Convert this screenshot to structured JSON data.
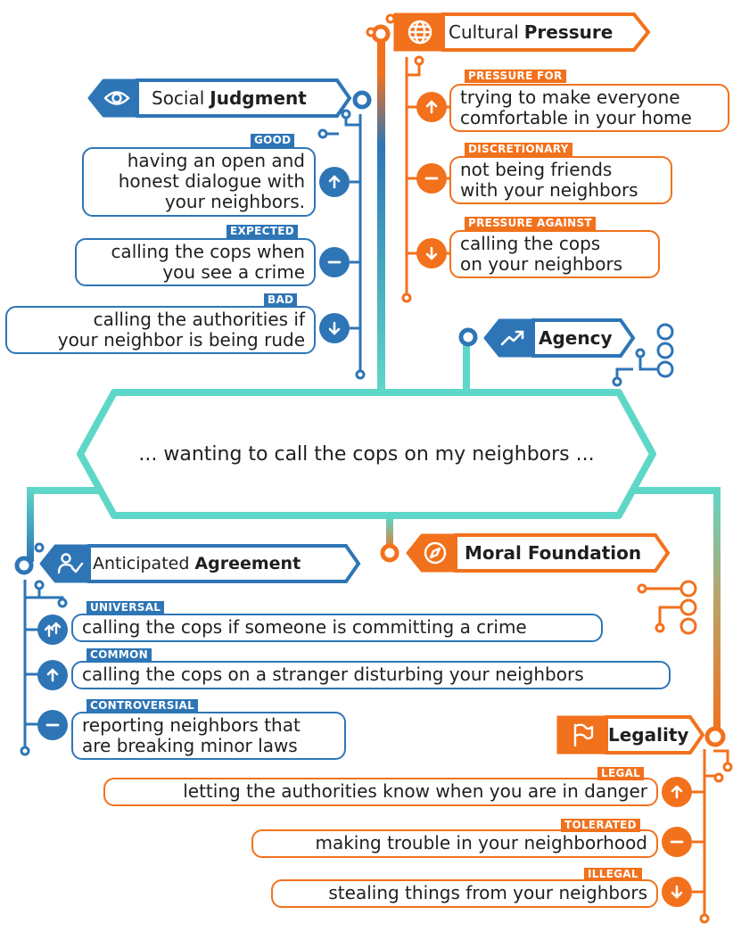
{
  "center": "... wanting to call the cops on my neighbors ...",
  "sections": {
    "cultural_pressure": {
      "title_normal": "Cultural",
      "title_bold": "Pressure",
      "icon": "globe-icon",
      "items": [
        {
          "tag": "PRESSURE FOR",
          "lines": [
            "trying to make everyone",
            "comfortable in your home"
          ],
          "symbol": "arrow-up-icon"
        },
        {
          "tag": "DISCRETIONARY",
          "lines": [
            "not being friends",
            "with your neighbors"
          ],
          "symbol": "minus-icon"
        },
        {
          "tag": "PRESSURE AGAINST",
          "lines": [
            "calling the cops",
            "on your neighbors"
          ],
          "symbol": "arrow-down-icon"
        }
      ]
    },
    "social_judgment": {
      "title_normal": "Social",
      "title_bold": "Judgment",
      "icon": "eye-icon",
      "items": [
        {
          "tag": "GOOD",
          "lines": [
            "having an open and",
            "honest dialogue with",
            "your neighbors."
          ],
          "symbol": "arrow-up-icon"
        },
        {
          "tag": "EXPECTED",
          "lines": [
            "calling the cops when",
            "you see a crime"
          ],
          "symbol": "minus-icon"
        },
        {
          "tag": "BAD",
          "lines": [
            "calling the authorities if",
            "your neighbor is being rude"
          ],
          "symbol": "arrow-down-icon"
        }
      ]
    },
    "agency": {
      "title_normal": "Agency",
      "icon": "trend-up-icon"
    },
    "anticipated_agreement": {
      "title_normal": "Anticipated",
      "title_bold": "Agreement",
      "icon": "users-check-icon",
      "items": [
        {
          "tag": "UNIVERSAL",
          "lines": [
            "calling the cops if someone is committing a crime"
          ],
          "symbol": "double-arrow-up-icon"
        },
        {
          "tag": "COMMON",
          "lines": [
            "calling the cops on a stranger disturbing your neighbors"
          ],
          "symbol": "arrow-up-icon"
        },
        {
          "tag": "CONTROVERSIAL",
          "lines": [
            "reporting neighbors that",
            "are breaking minor laws"
          ],
          "symbol": "minus-icon"
        }
      ]
    },
    "moral_foundation": {
      "title_normal": "Moral Foundation",
      "icon": "compass-icon"
    },
    "legality": {
      "title_bold": "Legality",
      "icon": "flag-icon",
      "items": [
        {
          "tag": "LEGAL",
          "lines": [
            "letting the authorities know when you are in danger"
          ],
          "symbol": "arrow-up-icon"
        },
        {
          "tag": "TOLERATED",
          "lines": [
            "making trouble in your neighborhood"
          ],
          "symbol": "minus-icon"
        },
        {
          "tag": "ILLEGAL",
          "lines": [
            "stealing things from your neighbors"
          ],
          "symbol": "arrow-down-icon"
        }
      ]
    }
  },
  "colors": {
    "blue": "#2e75b6",
    "orange": "#f2711c",
    "teal": "#5fd7c8"
  }
}
